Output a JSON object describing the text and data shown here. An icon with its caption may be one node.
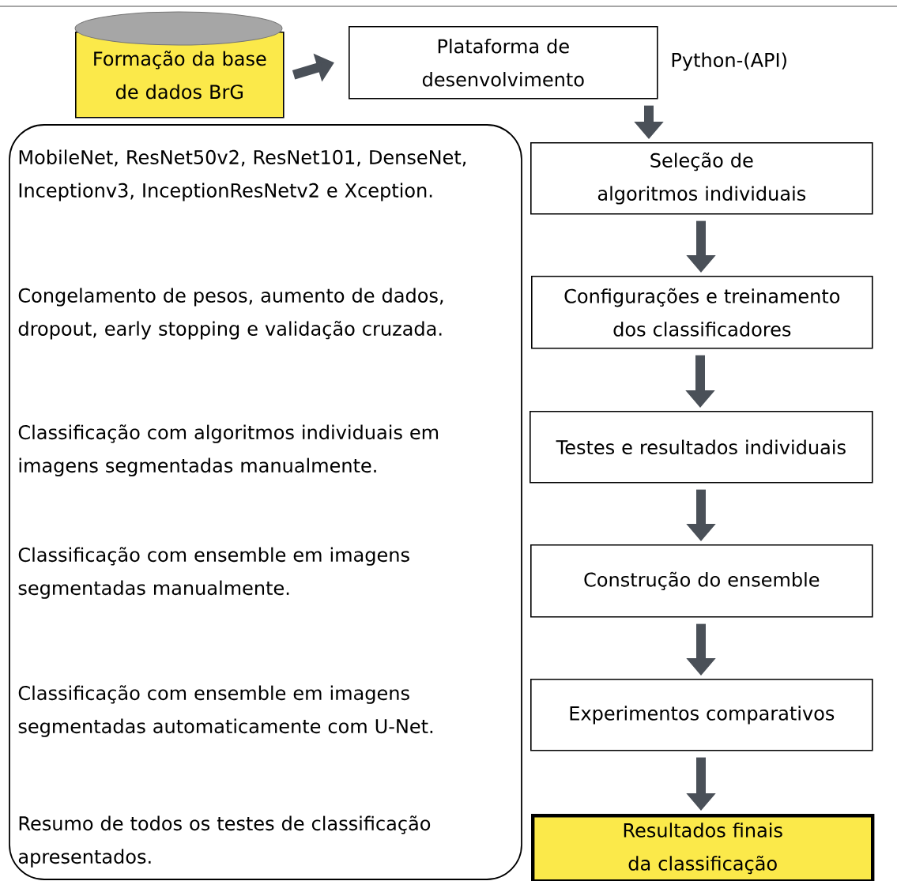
{
  "diagram": {
    "nodes": [
      {
        "text": [
          "Formação da base de dados BrG"
        ]
      },
      {
        "text": [
          "Plataforma de desenvolvimento"
        ],
        "beside": [
          "Python-(API)"
        ]
      },
      {
        "text": [
          "MobileNet, ResNet50v2, ResNet101, DenseNet, Inceptionv3, InceptionResNetv2 e Xception.",
          "Congelamento de pesos, aumento de dados, dropout, early stopping  e validação cruzada.",
          "Classificação  com algoritmos individuais  em imagens segmentadas manualmente.",
          "Classificação  com ensemble  em imagens segmentadas manualmente.",
          "Classificação  com ensemble  em imagens segmentadas automaticamente com U-Net.",
          "Resumo de todos os testes de classificação apresentados."
        ]
      },
      {
        "text": [
          "Seleção de algoritmos individuais"
        ]
      },
      {
        "text": [
          "Configurações e treinamento dos  classificadores"
        ]
      },
      {
        "text": [
          "Testes e resultados individuais"
        ]
      },
      {
        "text": [
          "Construção do ensemble"
        ]
      },
      {
        "text": [
          "Experimentos comparativos"
        ]
      },
      {
        "text": [
          "Resultados finais da classificação"
        ]
      }
    ],
    "edges": [
      {
        "from": 0,
        "to": 1,
        "arrow": "to"
      },
      {
        "from": 1,
        "to": 3,
        "arrow": "to"
      },
      {
        "from": 3,
        "to": 4,
        "arrow": "to"
      },
      {
        "from": 4,
        "to": 5,
        "arrow": "to"
      },
      {
        "from": 5,
        "to": 6,
        "arrow": "to"
      },
      {
        "from": 6,
        "to": 7,
        "arrow": "to"
      },
      {
        "from": 7,
        "to": 8,
        "arrow": "to"
      }
    ]
  }
}
